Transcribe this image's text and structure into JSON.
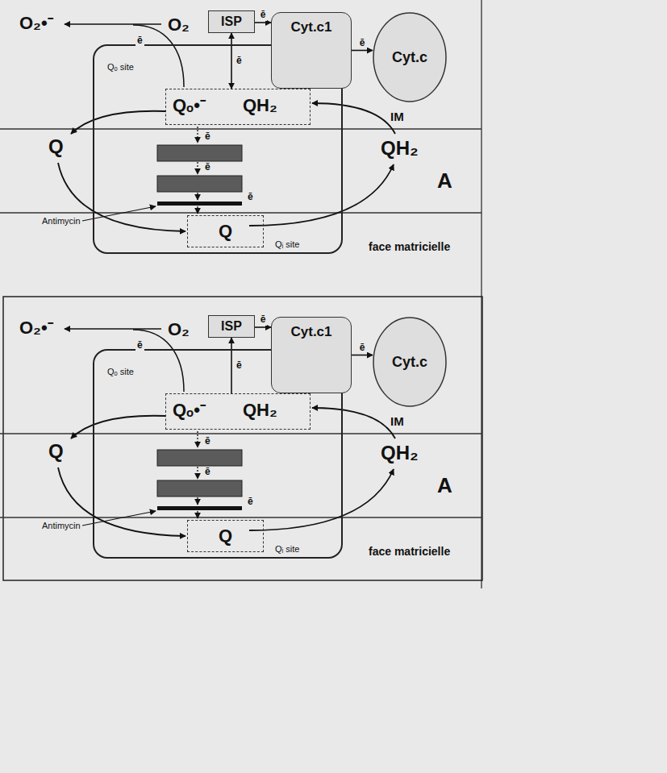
{
  "diagram": {
    "nodes": [
      {
        "text": [
          "Qₒ site",
          "Qᵢ site"
        ]
      },
      {
        "text": [
          "Qₒ•⁻",
          "QH₂"
        ],
        "in": 0
      },
      {
        "text": [
          "Q"
        ],
        "in": 0
      },
      {
        "text": [
          "ISP"
        ]
      },
      {
        "text": [
          "Cyt.c1"
        ]
      },
      {
        "text": [
          "Cyt.c"
        ]
      },
      {
        "text": [
          "Qₒ site",
          "Qᵢ site"
        ]
      },
      {
        "text": [
          "Qₒ•⁻",
          "QH₂"
        ],
        "in": 6
      },
      {
        "text": [
          "Q"
        ],
        "in": 6
      },
      {
        "text": [
          "ISP"
        ]
      },
      {
        "text": [
          "Cyt.c1"
        ]
      },
      {
        "text": [
          "Cyt.c"
        ]
      }
    ],
    "edges": [
      {
        "from": 1,
        "to": 3,
        "arrow": "both",
        "label": "ē"
      },
      {
        "from": 3,
        "to": 4,
        "arrow": "to",
        "label": "ē"
      },
      {
        "from": 4,
        "to": 5,
        "arrow": "to",
        "label": "ē"
      },
      {
        "from": 7,
        "to": 9,
        "arrow": "to",
        "label": "ē"
      },
      {
        "from": 9,
        "to": 10,
        "arrow": "to",
        "label": "ē"
      },
      {
        "from": 10,
        "to": 11,
        "arrow": "to",
        "label": "ē"
      }
    ],
    "labels": [
      "O₂•⁻",
      "O₂",
      "ē",
      "IM",
      "Q",
      "QH₂",
      "A",
      "face matricielle",
      "Antimycin",
      "ē",
      "ē",
      "ē",
      "O₂•⁻",
      "O₂",
      "ē",
      "IM",
      "Q",
      "QH₂",
      "A",
      "face matricielle",
      "Antimycin",
      "ē",
      "ē",
      "ē"
    ]
  }
}
